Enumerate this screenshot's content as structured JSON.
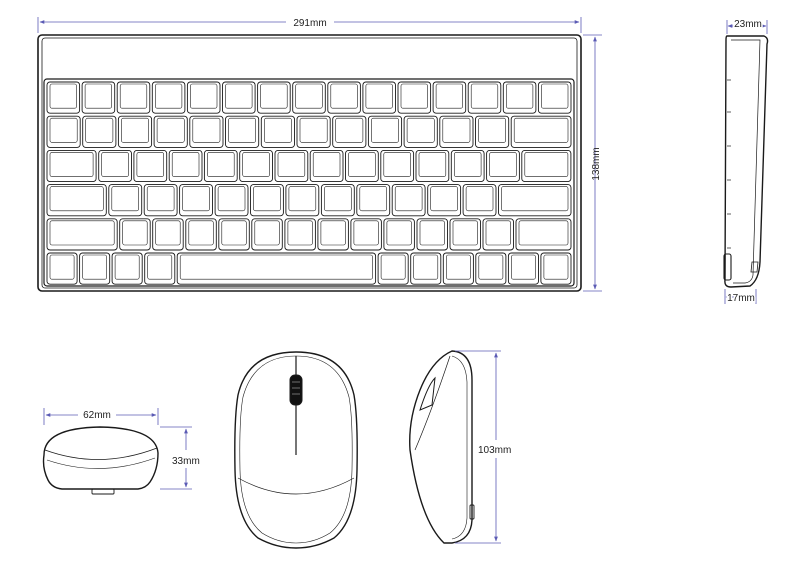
{
  "colors": {
    "line": "#1a1a1a",
    "dimension": "#5b5bb5",
    "text": "#222222"
  },
  "dimensions": {
    "keyboard_width": "291mm",
    "keyboard_depth": "138mm",
    "keyboard_side_top": "23mm",
    "keyboard_side_bottom": "17mm",
    "mouse_width": "62mm",
    "mouse_height": "33mm",
    "mouse_length": "103mm"
  },
  "keyboard_rows": [
    [
      1,
      1,
      1,
      1,
      1,
      1,
      1,
      1,
      1,
      1,
      1,
      1,
      1,
      1,
      1
    ],
    [
      1,
      1,
      1,
      1,
      1,
      1,
      1,
      1,
      1,
      1,
      1,
      1,
      1,
      1.8
    ],
    [
      1.5,
      1,
      1,
      1,
      1,
      1,
      1,
      1,
      1,
      1,
      1,
      1,
      1,
      1.5
    ],
    [
      1.8,
      1,
      1,
      1,
      1,
      1,
      1,
      1,
      1,
      1,
      1,
      1,
      2.2
    ],
    [
      2.3,
      1,
      1,
      1,
      1,
      1,
      1,
      1,
      1,
      1,
      1,
      1,
      1,
      1.8
    ],
    [
      1,
      1,
      1,
      1,
      6.6,
      1,
      1,
      1,
      1,
      1,
      1
    ]
  ]
}
